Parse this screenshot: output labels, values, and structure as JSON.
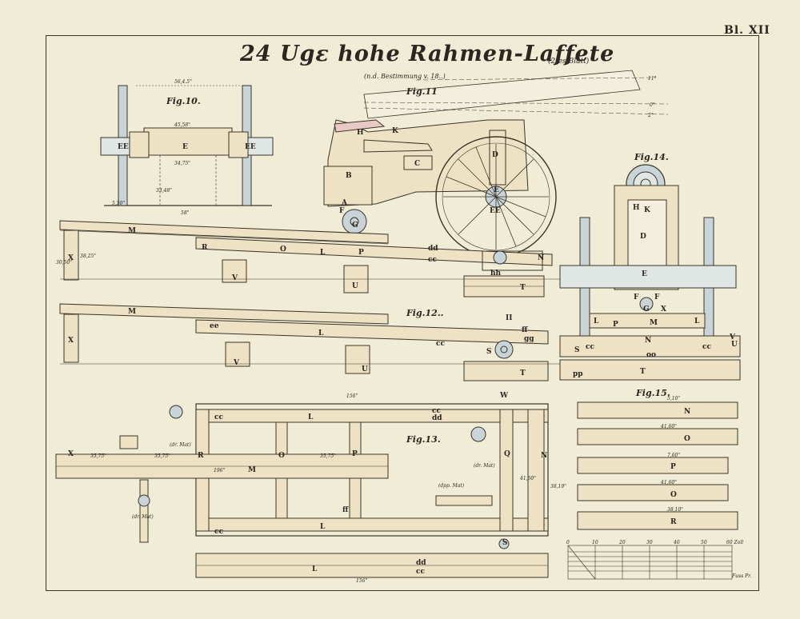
{
  "plate": {
    "number": "Bl. XII"
  },
  "title": {
    "main": "24 Ugε hohe Rahmen-Laffete",
    "note": "(2tes Blatt)",
    "subtitle": "(n.d. Bestimmung v. 18..)"
  },
  "figures": {
    "fig10": "Fig.10.",
    "fig11": "Fig.11",
    "fig12": "Fig.12..",
    "fig13": "Fig.13.",
    "fig14": "Fig.14.",
    "fig15": "Fig.15."
  },
  "labels": {
    "fig10": {
      "E": "E",
      "EE_left": "EE",
      "EE_right": "EE",
      "dim_top": "56,4.5\"",
      "dim_mid": "45,58\"",
      "dim_low": "34,75\"",
      "dim_vert": "33,48\"",
      "dim_base": "58\"",
      "dim_foot": "5,50\""
    },
    "fig11": {
      "M": "M",
      "L": "L",
      "P": "P",
      "U": "U",
      "V": "V",
      "X": "X",
      "N": "N",
      "O": "O",
      "R": "R",
      "T": "T",
      "D": "D",
      "E": "E",
      "EE": "EE",
      "C": "C",
      "H": "H",
      "K": "K",
      "A": "A",
      "B": "B",
      "G": "G",
      "F": "F",
      "dd": "dd",
      "cc": "cc",
      "hh": "hh",
      "angle_upper": "11°",
      "angle_mid": "0°",
      "angle_low": "2°",
      "dim_left": "30,50\"",
      "dim_left2": "38,25\""
    },
    "fig12": {
      "M": "M",
      "L": "L",
      "U": "U",
      "V": "V",
      "X": "X",
      "T": "T",
      "ee": "ee",
      "cc": "cc",
      "ff": "ff",
      "gg": "gg",
      "S": "S",
      "II": "II"
    },
    "fig13": {
      "L_top": "L",
      "L_bottom": "L",
      "L_sub": "L",
      "M": "M",
      "N": "N",
      "O": "O",
      "P": "P",
      "Q": "Q",
      "R": "R",
      "S": "S",
      "W": "W",
      "X": "X",
      "cc_top": "cc",
      "cc_top2": "cc",
      "dd_top": "dd",
      "cc_bot": "cc",
      "dd_sub": "dd",
      "cc_sub": "cc",
      "ff": "ff",
      "dim_top": "156\"",
      "dim_bot": "156\"",
      "dim_mid": "196\"",
      "dim_n": "41,60\"",
      "dim_right": "38,19\"",
      "dr_mat1": "(dr. Mat)",
      "dr_mat2": "(dr. Mat)",
      "dr_mat3": "(dr. Mat)",
      "dpp_mat": "(dpp. Mat)",
      "dim_x1": "35,75\"",
      "dim_x2": "35,75\"",
      "dim_x3": "35,75\""
    },
    "fig14": {
      "H": "H",
      "K": "K",
      "D": "D",
      "E": "E",
      "F1": "F",
      "F2": "F",
      "G": "G",
      "X": "X",
      "L1": "L",
      "L2": "L",
      "P": "P",
      "M": "M",
      "N": "N",
      "S": "S",
      "T": "T",
      "U": "U",
      "V": "V",
      "cc1": "cc",
      "cc2": "cc",
      "pp": "pp",
      "oo": "oo"
    },
    "fig15": {
      "N": "N",
      "O1": "O",
      "P": "P",
      "O2": "O",
      "R": "R",
      "dim_n": "5,10\"",
      "dim_o": "41,60\"",
      "dim_p": "7,60\"",
      "dim_o2": "41,60\"",
      "dim_r": "38,10\""
    }
  },
  "scale": {
    "ticks": [
      "0",
      "10",
      "20",
      "30",
      "40",
      "50",
      "60 Zoll"
    ],
    "label": "Fuss Pr."
  },
  "colors": {
    "paper": "#f1ecd6",
    "ink": "#3a342a",
    "wood": "#ede3c4",
    "iron": "#c9d4d8",
    "wash": "#dfe6e4"
  }
}
